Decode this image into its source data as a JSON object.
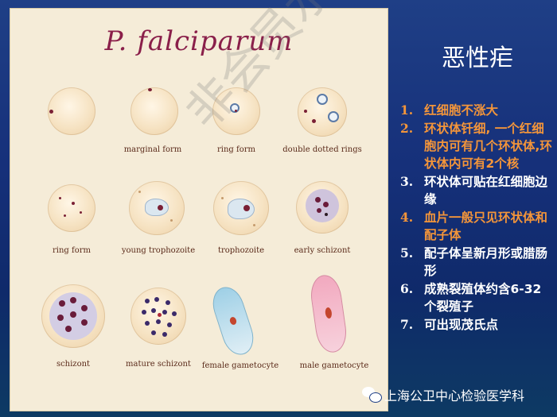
{
  "plate": {
    "title": "P. falciparum",
    "captions": {
      "marginal": "marginal form",
      "ring1": "ring form",
      "double": "double dotted rings",
      "ring2": "ring form",
      "young": "young trophozoite",
      "troph": "trophozoite",
      "early": "early schizont",
      "schizont": "schizont",
      "mature": "mature schizont",
      "female": "female gametocyte",
      "male": "male gametocyte"
    }
  },
  "watermark": "非会员水印",
  "side": {
    "title": "恶性疟",
    "items": [
      {
        "num": "1.",
        "text": "红细胞不涨大",
        "color": "orange"
      },
      {
        "num": "2.",
        "text": "环状体钎细, 一个红细胞内可有几个环状体,环状体内可有2个核",
        "color": "orange"
      },
      {
        "num": "3.",
        "text": "环状体可贴在红细胞边缘",
        "color": "white"
      },
      {
        "num": "4.",
        "text": "血片一般只见环状体和配子体",
        "color": "orange"
      },
      {
        "num": "5.",
        "text": "配子体呈新月形或腊肠形",
        "color": "white"
      },
      {
        "num": "6.",
        "text": "成熟裂殖体约含6-32个裂殖子",
        "color": "white"
      },
      {
        "num": "7.",
        "text": "可出现茂氏点",
        "color": "white"
      }
    ]
  },
  "brand": {
    "label": "上海公卫中心检验医学科",
    "icon": "wechat-icon"
  },
  "colors": {
    "orange": "#f3953a",
    "background": "#1f3f86",
    "plate": "#f5ecd8",
    "title": "#8a1f4a"
  }
}
